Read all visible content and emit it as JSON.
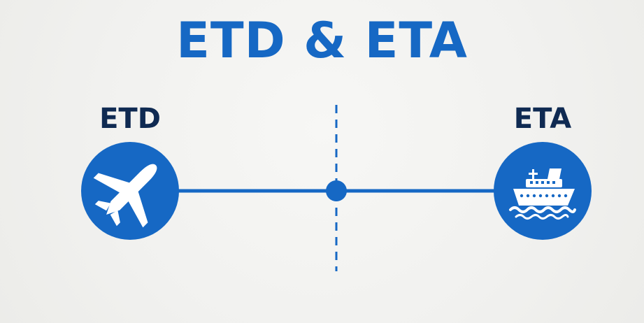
{
  "title": "ETD & ETA",
  "left_node": {
    "label": "ETD",
    "icon": "airplane-icon"
  },
  "right_node": {
    "label": "ETA",
    "icon": "ship-icon"
  },
  "colors": {
    "accent": "#1668c4",
    "label_text": "#0f2a52",
    "background": "#f3f3f1",
    "icon_fill": "#ffffff"
  }
}
